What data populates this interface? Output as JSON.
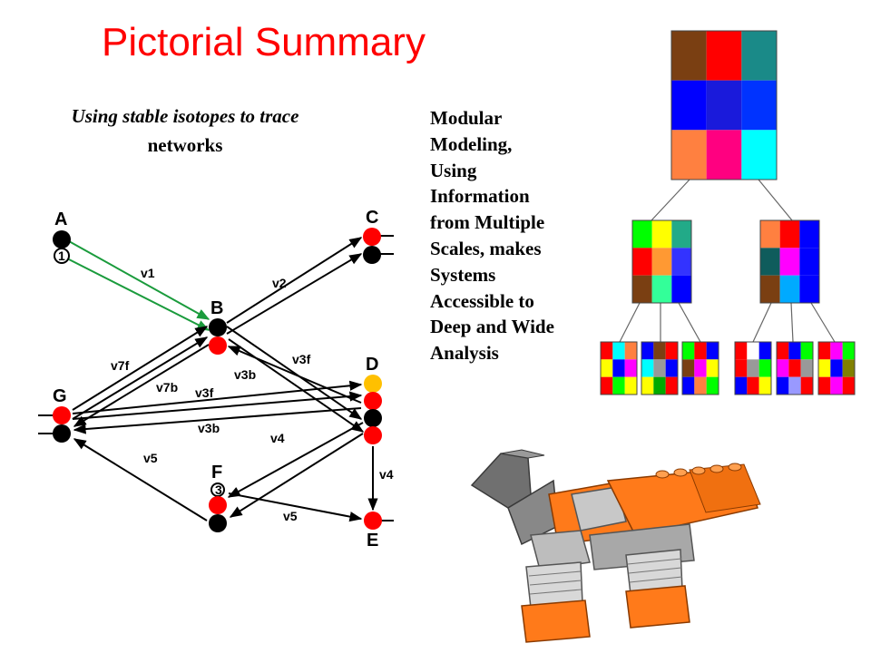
{
  "title": "Pictorial Summary",
  "subtitle": {
    "line1": "Using stable isotopes to trace",
    "line2": "networks"
  },
  "modular_text": [
    "Modular",
    "Modeling,",
    "Using",
    "Information",
    "from Multiple",
    "Scales, makes",
    "Systems",
    "Accessible to",
    "Deep and Wide",
    "Analysis"
  ],
  "network": {
    "nodes": {
      "A": "A",
      "B": "B",
      "C": "C",
      "D": "D",
      "E": "E",
      "F": "F",
      "G": "G"
    },
    "markers": {
      "one": "1",
      "three": "3"
    },
    "edges": {
      "v1": "v1",
      "v2": "v2",
      "v3f_right": "v3f",
      "v3b_right": "v3b",
      "v3f_left": "v3f",
      "v3b_left": "v3b",
      "v4_left": "v4",
      "v4_right": "v4",
      "v5_left": "v5",
      "v5_right": "v5",
      "v7f": "v7f",
      "v7b": "v7b"
    },
    "colors": {
      "black": "#000000",
      "red": "#ff0000",
      "yellow": "#ffc000",
      "green": "#1a9b3c"
    }
  },
  "puzzle_colors": {
    "top": [
      "#7a3f12",
      "#ff0000",
      "#1a8a88",
      "#0000ff",
      "#1a1adb",
      "#0033ff",
      "#ff8040",
      "#ff0080",
      "#00ffff"
    ],
    "mid_left": [
      "#00ff00",
      "#ffff00",
      "#22aa88",
      "#ff0000",
      "#ff9933",
      "#3333ff",
      "#7a3f12",
      "#33ff99",
      "#0000ff"
    ],
    "mid_right": [
      "#ff8040",
      "#ff0000",
      "#0000ff",
      "#0f5c5c",
      "#ff00ff",
      "#0000ff",
      "#7a3f12",
      "#00aaff",
      "#0000ff"
    ]
  }
}
